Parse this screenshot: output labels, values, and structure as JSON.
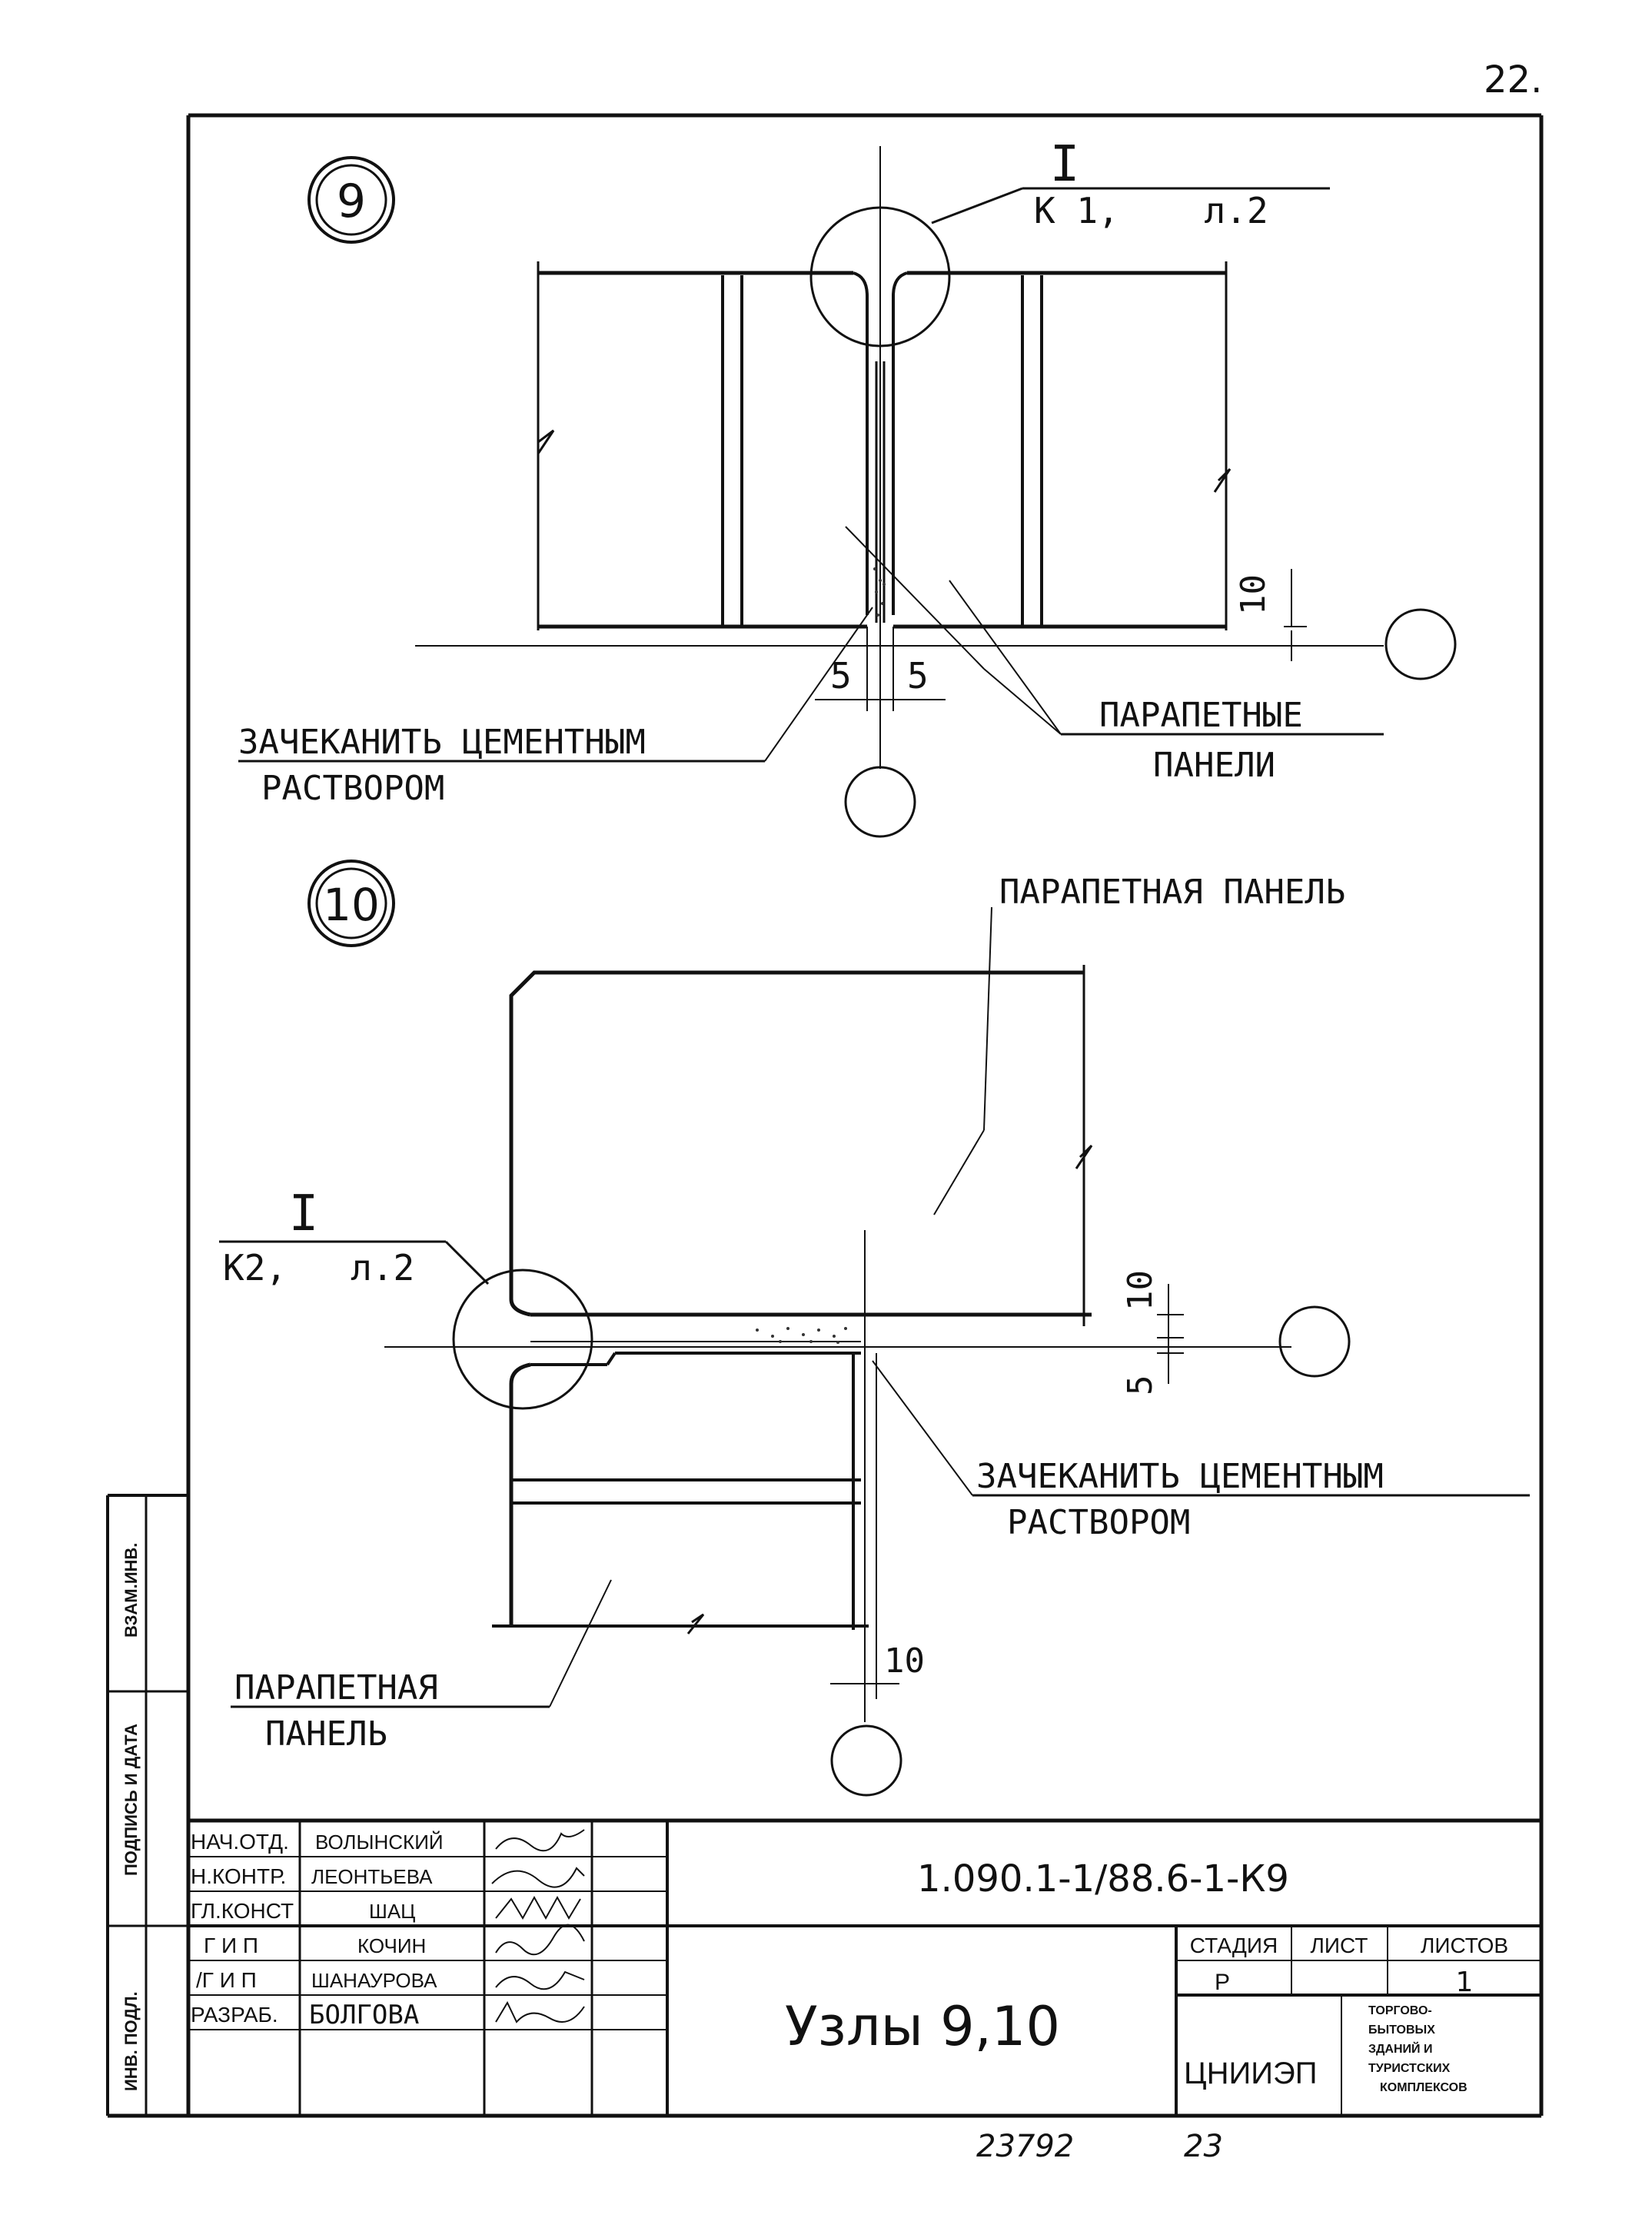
{
  "page_number": "22.",
  "node9": {
    "number": "9",
    "section_label": "I",
    "section_ref": "К 1,    л.2",
    "dims": [
      "10",
      "5",
      "5"
    ],
    "note_left_line1": "ЗАЧЕКАНИТЬ ЦЕМЕНТНЫМ",
    "note_left_line2": "РАСТВОРОМ",
    "note_right_line1": "ПАРАПЕТНЫЕ",
    "note_right_line2": "ПАНЕЛИ"
  },
  "node10": {
    "number": "10",
    "panel_top_label": "ПАРАПЕТНАЯ ПАНЕЛЬ",
    "section_label": "I",
    "section_ref": "К2,   л.2",
    "dims": [
      "10",
      "5",
      "10"
    ],
    "note_line1": "ЗАЧЕКАНИТЬ ЦЕМЕНТНЫМ",
    "note_line2": "РАСТВОРОМ",
    "panel_bottom_line1": "ПАРАПЕТНАЯ",
    "panel_bottom_line2": "ПАНЕЛЬ"
  },
  "side_stamp": {
    "vzam": "ВЗАМ.ИНВ.",
    "podpis": "ПОДПИСЬ И ДАТА",
    "inv": "ИНВ. ПОДЛ."
  },
  "title_block": {
    "roles": [
      "НАЧ.ОТД.",
      "Н.КОНТР.",
      "ГЛ.КОНСТ",
      "Г И П",
      "/Г И П",
      "РАЗРАБ."
    ],
    "names": [
      "ВОЛЫНСКИЙ",
      "ЛЕОНТЬЕВА",
      "ШАЦ",
      "КОЧИН",
      "ШАНАУРОВА",
      "БОЛГОВА"
    ],
    "designation": "1.090.1-1/88.6-1-К9",
    "sheet_title": "Узлы 9,10",
    "stage_header": "СТАДИЯ",
    "sheet_header": "ЛИСТ",
    "sheets_header": "ЛИСТОВ",
    "stage": "Р",
    "sheets_total": "1",
    "org": "ЦНИИЭП",
    "org_desc": [
      "ТОРГОВО-",
      "БЫТОВЫХ",
      "ЗДАНИЙ И",
      "ТУРИСТСКИХ",
      "КОМПЛЕКСОВ"
    ]
  },
  "footer": {
    "doc_number": "23792",
    "page": "23"
  }
}
